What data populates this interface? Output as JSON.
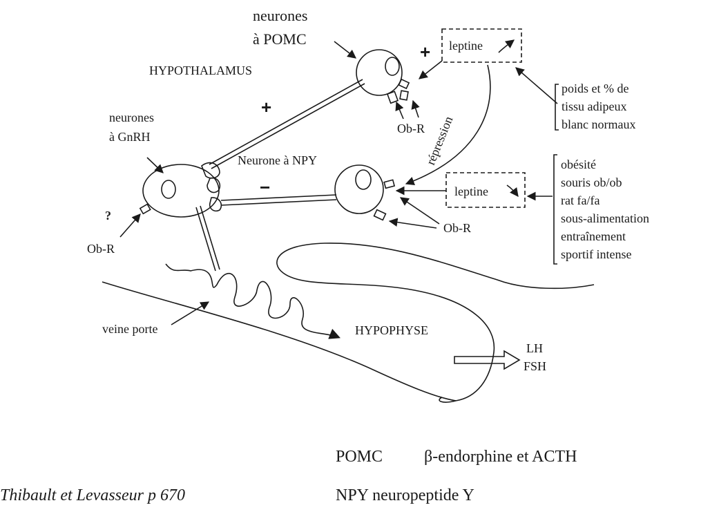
{
  "labels": {
    "neurones_pomc_line1": "neurones",
    "neurones_pomc_line2": "à POMC",
    "hypothalamus": "HYPOTHALAMUS",
    "plus_top": "+",
    "plus_mid": "+",
    "minus": "−",
    "leptine_top": "leptine",
    "leptine_mid": "leptine",
    "poids_line1": "poids et % de",
    "poids_line2": "tissu adipeux",
    "poids_line3": "blanc normaux",
    "obr_top": "Ob-R",
    "obr_mid": "Ob-R",
    "obr_left": "Ob-R",
    "question": "?",
    "gnrh_line1": "neurones",
    "gnrh_line2": "à GnRH",
    "neurone_npy": "Neurone à  NPY",
    "repression": "répression",
    "obesite": [
      "obésité",
      "souris ob/ob",
      "rat fa/fa",
      "sous-alimentation",
      "entraînement",
      "sportif intense"
    ],
    "veine_porte": "veine porte",
    "hypophyse": "HYPOPHYSE",
    "lh": "LH",
    "fsh": "FSH"
  },
  "footer": {
    "source": "Thibault et Levasseur p 670",
    "pomc_abbr": "POMC",
    "pomc_def": "β-endorphine et ACTH",
    "npy_def": "NPY neuropeptide Y"
  }
}
